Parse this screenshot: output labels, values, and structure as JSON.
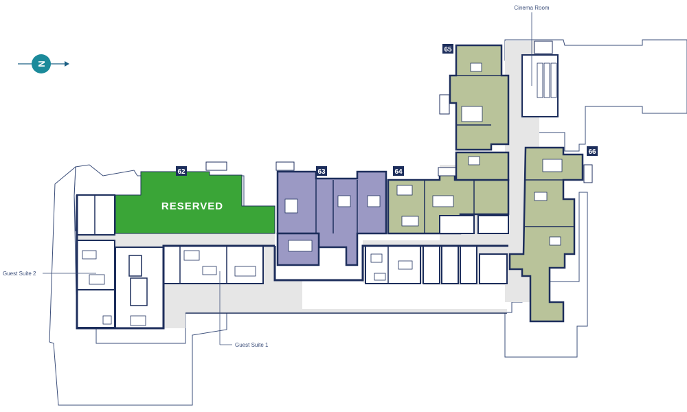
{
  "colors": {
    "outline": "#3a4d79",
    "wall": "#1d2e5c",
    "reserved": "#3aa537",
    "apartment_purple": "#9b99c4",
    "apartment_olive": "#b9c39a",
    "corridor": "#e6e6e6",
    "north_badge": "#1b8a9a"
  },
  "compass": {
    "letter": "N",
    "icon": "north-arrow-icon"
  },
  "reserved_label": "RESERVED",
  "units": {
    "u62": "62",
    "u63": "63",
    "u64": "64",
    "u65": "65",
    "u66": "66"
  },
  "labels": {
    "cinema_room": "Cinema Room",
    "guest_suite_1": "Guest Suite 1",
    "guest_suite_2": "Guest Suite 2"
  }
}
